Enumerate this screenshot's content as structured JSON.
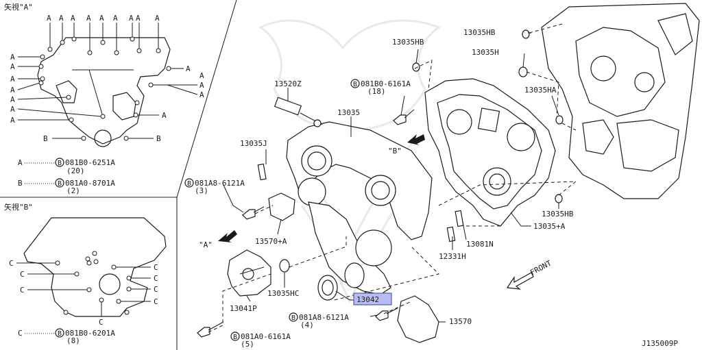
{
  "view_a": {
    "title": "矢視\"A\"",
    "callouts_a": [
      "A",
      "A",
      "A",
      "A",
      "A",
      "A",
      "A",
      "A",
      "A",
      "A",
      "A",
      "A",
      "A",
      "A",
      "A",
      "A",
      "A",
      "A",
      "A",
      "A",
      "A"
    ],
    "callouts_b": [
      "B",
      "B"
    ],
    "legend": [
      {
        "key": "A",
        "circle": "B",
        "part": "081B0-6251A",
        "qty": "(20)"
      },
      {
        "key": "B",
        "circle": "B",
        "part": "081A0-8701A",
        "qty": "(2)"
      }
    ]
  },
  "view_b": {
    "title": "矢視\"B\"",
    "callouts_c": [
      "C",
      "C",
      "C",
      "C",
      "C",
      "C",
      "C",
      "C"
    ],
    "legend": [
      {
        "key": "C",
        "circle": "B",
        "part": "081B0-6201A",
        "qty": "(8)"
      }
    ]
  },
  "parts": {
    "p13520Z": "13520Z",
    "p13035": "13035",
    "p13035J": "13035J",
    "bolt_081A8_6121A_top": {
      "circle": "B",
      "part": "081A8-6121A",
      "qty": "(3)"
    },
    "p13570A": "13570+A",
    "p13041P": "13041P",
    "p13035HC": "13035HC",
    "p13042": "13042",
    "bolt_081A8_6121A_bot": {
      "circle": "B",
      "part": "081A8-6121A",
      "qty": "(4)"
    },
    "bolt_081A0_6161A": {
      "circle": "B",
      "part": "081A0-6161A",
      "qty": "(5)"
    },
    "p13570": "13570",
    "p12331H": "12331H",
    "p13081N": "13081N",
    "p13035A": "13035+A",
    "p13035HB_low": "13035HB",
    "p13035HA": "13035HA",
    "p13035H": "13035H",
    "p13035HB_top": "13035HB",
    "p13035HB_mid": "13035HB",
    "bolt_081B0_6161A": {
      "circle": "B",
      "part": "081B0-6161A",
      "qty": "(18)"
    },
    "arrow_a": "\"A\"",
    "arrow_b": "\"B\"",
    "front": "FRONT"
  },
  "footer": {
    "code": "J135009P"
  },
  "colors": {
    "highlight": "#b8bdf0",
    "line": "#1a1a1a"
  }
}
